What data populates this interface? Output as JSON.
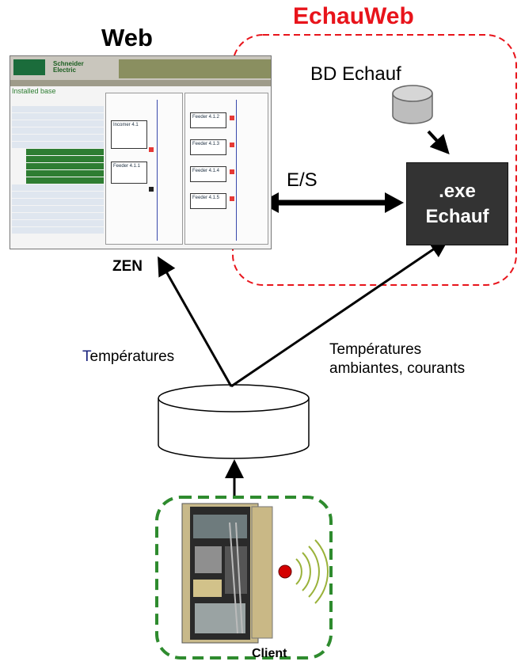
{
  "web": {
    "title": "Web"
  },
  "echauweb": {
    "title": "EchauWeb",
    "database_label": "BD Echauf",
    "exe_line1": ".exe",
    "exe_line2": "Echauf"
  },
  "links": {
    "es_label": "E/S",
    "zen_label": "ZEN",
    "temp_left_first": "T",
    "temp_left_rest": "empératures",
    "temp_right_line1": "Températures",
    "temp_right_line2": "ambiantes, courants"
  },
  "client": {
    "label": "Client"
  },
  "screenshot": {
    "brand_line1": "Schneider",
    "brand_line2": "Electric",
    "heading": "Installed base",
    "feeders": [
      "Incomer 4.1",
      "Feeder 4.1.1",
      "Feeder 4.1.2",
      "Feeder 4.1.3",
      "Feeder 4.1.4",
      "Feeder 4.1.5"
    ]
  },
  "colors": {
    "echauweb_border": "#e8141b",
    "client_border": "#2e8b2e",
    "exe_fill": "#333333"
  }
}
